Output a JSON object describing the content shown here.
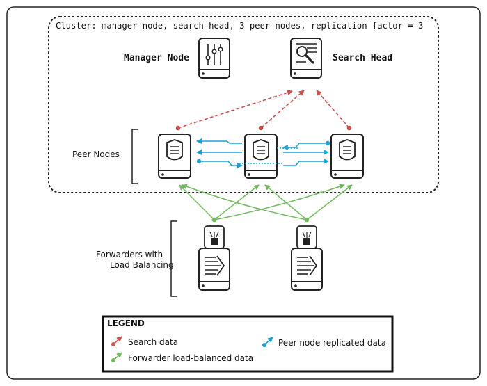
{
  "cluster": {
    "caption": "Cluster: manager node, search head, 3 peer nodes, replication factor = 3"
  },
  "labels": {
    "manager_node": "Manager Node",
    "search_head": "Search Head",
    "peer_nodes": "Peer Nodes",
    "forwarders_line1": "Forwarders with",
    "forwarders_line2": "Load Balancing"
  },
  "legend": {
    "title": "LEGEND",
    "search_data": "Search data",
    "forwarder_data": "Forwarder load-balanced data",
    "replicated_data": "Peer node replicated data"
  },
  "colors": {
    "search": "#c9524e",
    "forwarder": "#73b95f",
    "replication": "#1aa3d4",
    "stroke": "#222222"
  }
}
